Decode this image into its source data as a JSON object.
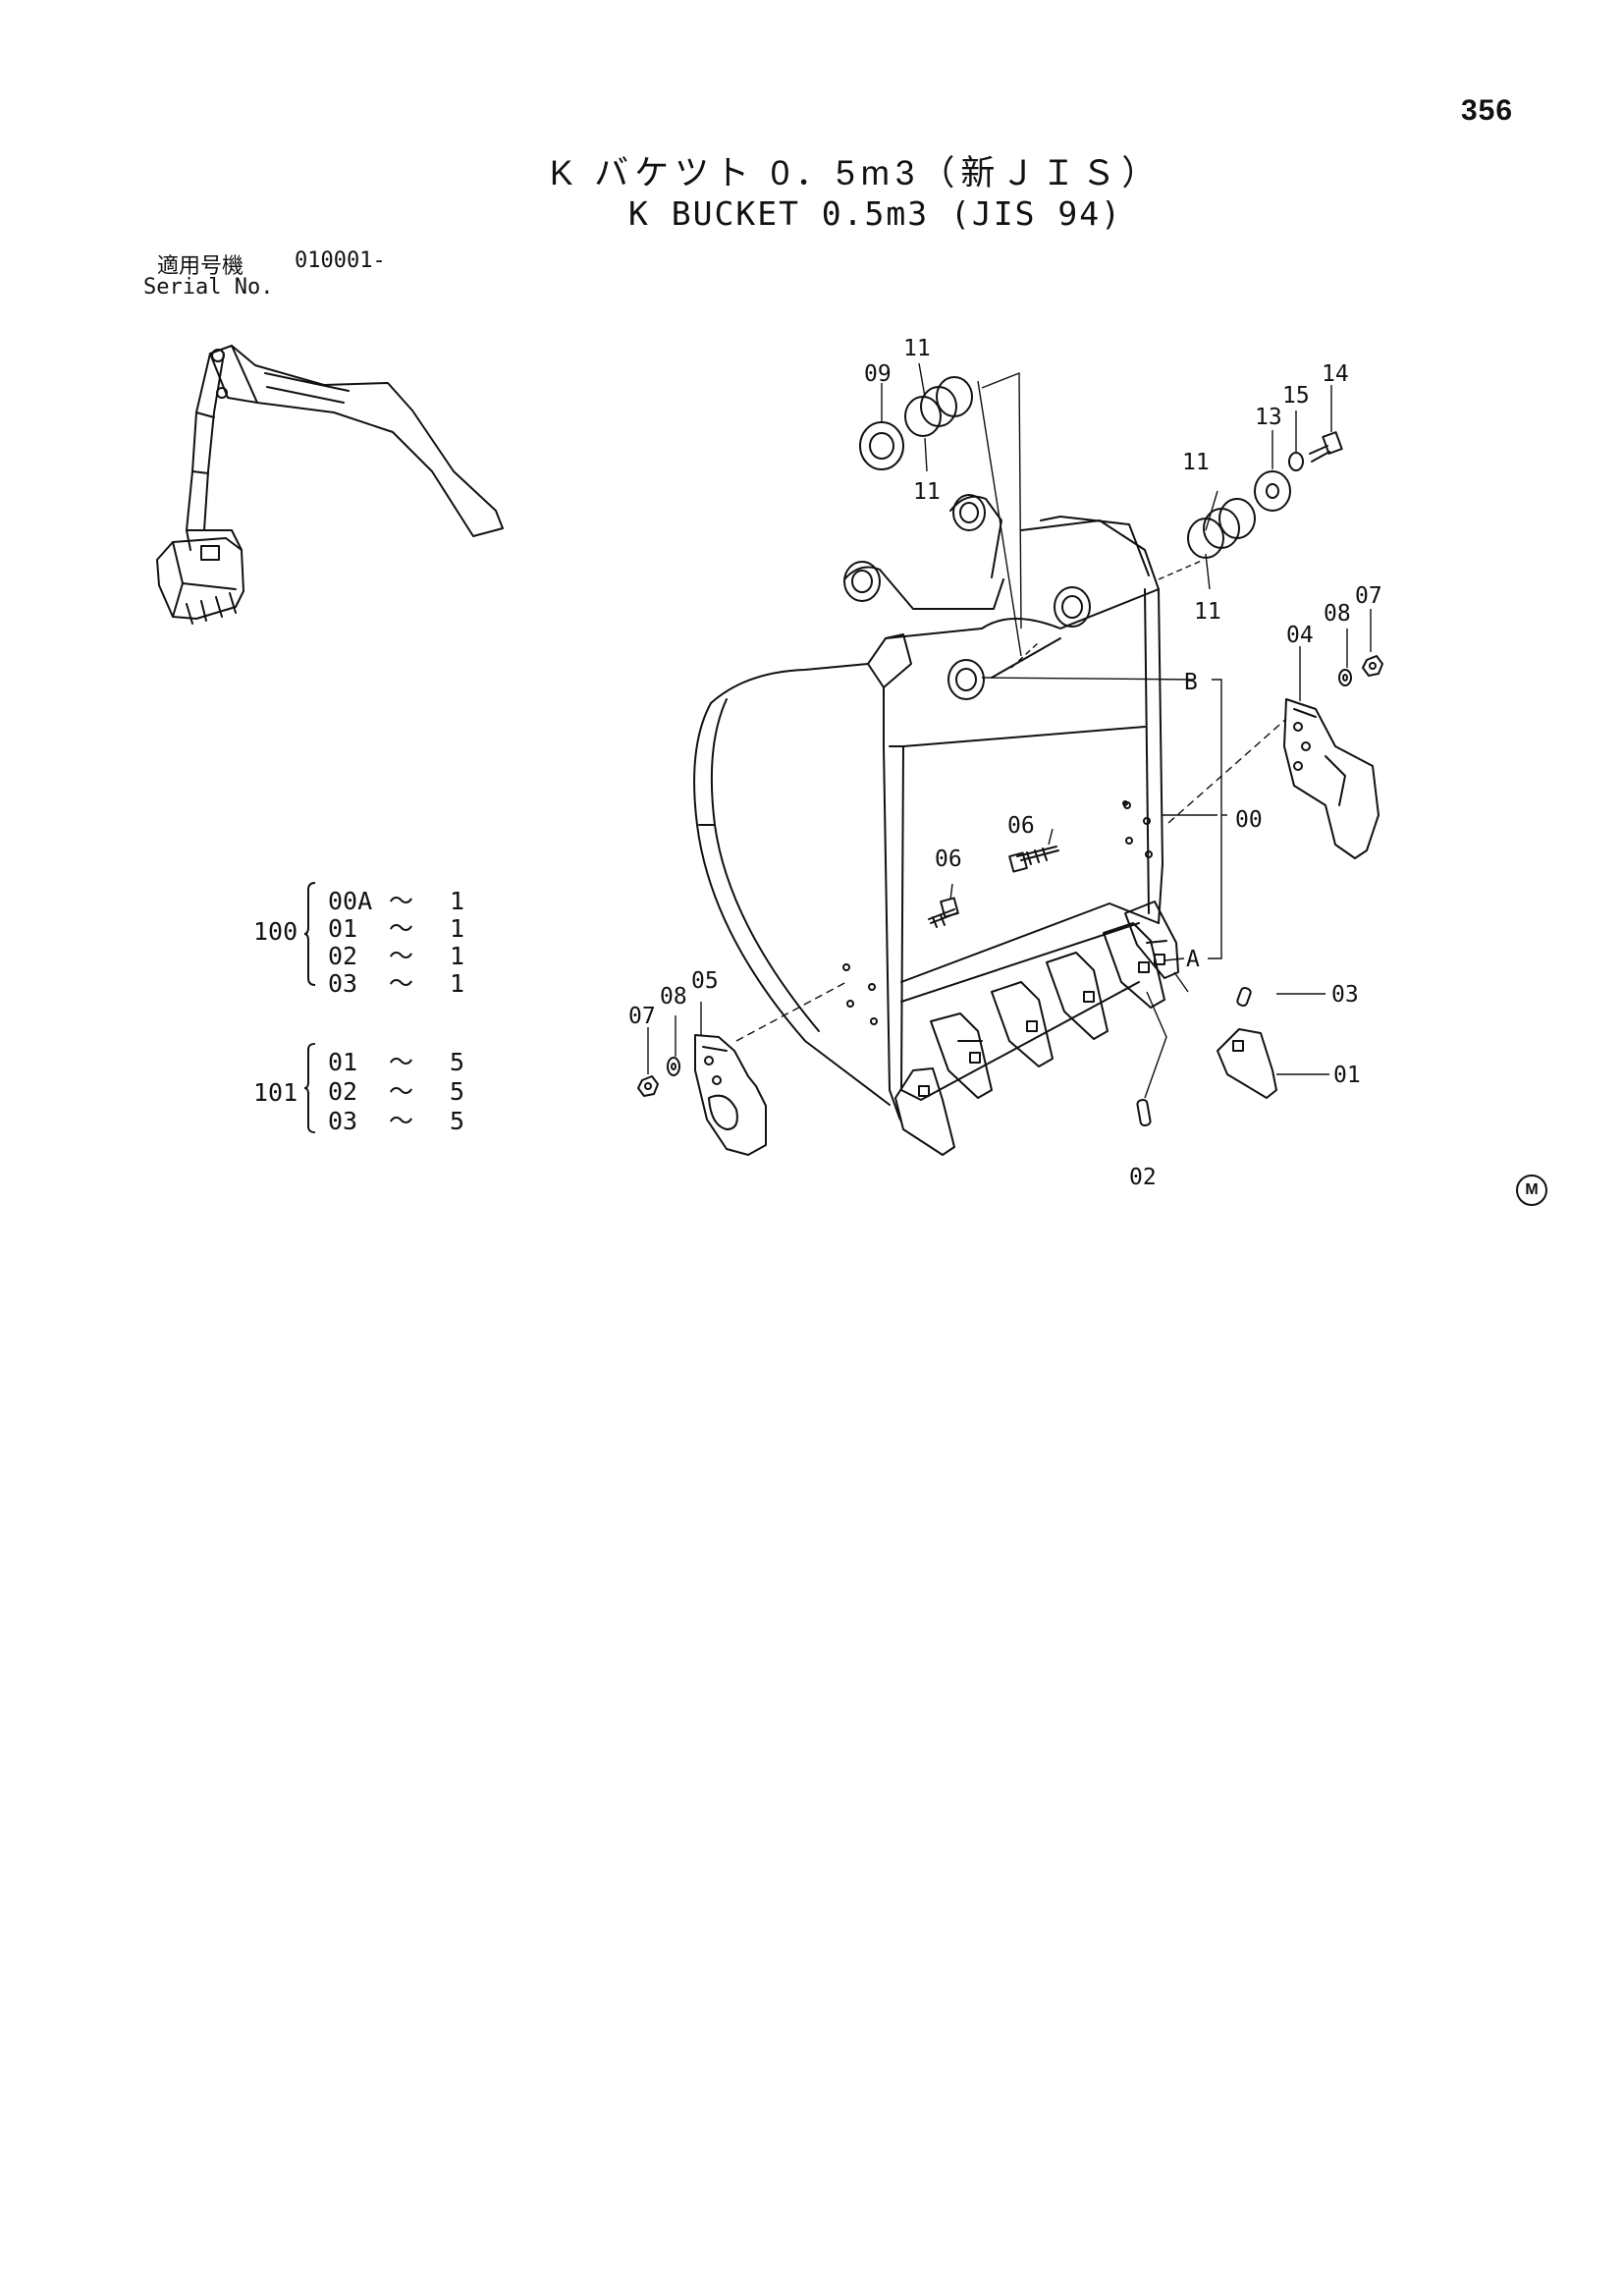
{
  "page_number": "356",
  "title_jp": "K バケツト 0．5m3（新ＪＩＳ）",
  "title_en": "K BUCKET 0.5m3 (JIS 94)",
  "serial": {
    "label_jp": "適用号機",
    "value": "010001-",
    "label_en": "Serial No."
  },
  "qty_groups": [
    {
      "id": "100",
      "rows": [
        {
          "part": "00A",
          "tilde": "～",
          "qty": "1"
        },
        {
          "part": "01",
          "tilde": "～",
          "qty": "1"
        },
        {
          "part": "02",
          "tilde": "～",
          "qty": "1"
        },
        {
          "part": "03",
          "tilde": "～",
          "qty": "1"
        }
      ]
    },
    {
      "id": "101",
      "rows": [
        {
          "part": "01",
          "tilde": "～",
          "qty": "5"
        },
        {
          "part": "02",
          "tilde": "～",
          "qty": "5"
        },
        {
          "part": "03",
          "tilde": "～",
          "qty": "5"
        }
      ]
    }
  ],
  "callouts": {
    "c09": "09",
    "c11a": "11",
    "c11b": "11",
    "c11c": "11",
    "c11d": "11",
    "c13": "13",
    "c14": "14",
    "c15": "15",
    "c04": "04",
    "c08a": "08",
    "c07a": "07",
    "cB": "B",
    "c00": "00",
    "c06a": "06",
    "c06b": "06",
    "cA": "A",
    "c05": "05",
    "c07b": "07",
    "c08b": "08",
    "c03": "03",
    "c01": "01",
    "c02": "02"
  },
  "mark": "M"
}
